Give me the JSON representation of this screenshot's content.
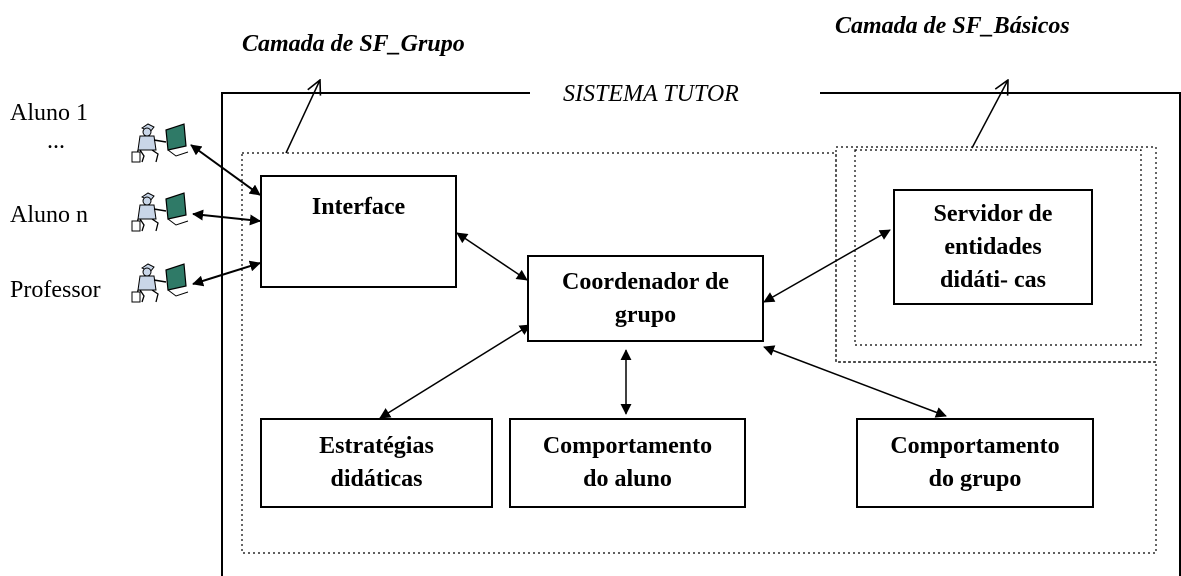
{
  "actors": [
    {
      "label": "Aluno 1",
      "icon": "student-at-computer-icon"
    },
    {
      "label": "...",
      "icon": null
    },
    {
      "label": "Aluno n",
      "icon": "student-at-computer-icon"
    },
    {
      "label": "Professor",
      "icon": "student-at-computer-icon"
    }
  ],
  "layers": {
    "group": "Camada de SF_Grupo",
    "basic": "Camada de SF_Básicos"
  },
  "system_title": "SISTEMA TUTOR",
  "components": {
    "interface": "Interface",
    "coordinator": "Coordenador de grupo",
    "server": "Servidor de entidades didáti- cas",
    "strategies": "Estratégias didáticas",
    "student_behavior": "Comportamento do aluno",
    "group_behavior": "Comportamento do grupo"
  },
  "colors": {
    "line": "#000000",
    "monitor": "#2f7a67",
    "person_fill": "#c9d6e8"
  }
}
